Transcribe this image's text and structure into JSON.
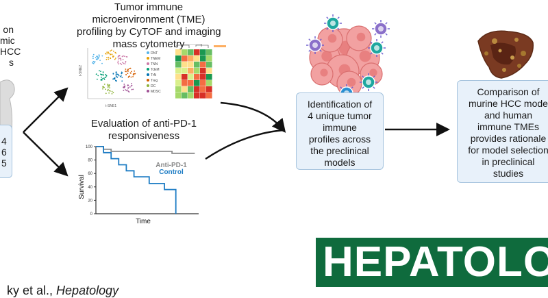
{
  "left_panel": {
    "title_fragment": "on\nmic\nHCC\ns",
    "model_list_fragment": "4\n6\n5"
  },
  "tme_panel": {
    "heading": "Tumor immune\nmicroenvironment (TME)\nprofiling by CyTOF and imaging\nmass cytometry",
    "tsne_xlabel": "t-SNE1",
    "tsne_ylabel": "t-SNE2",
    "tsne_legend": [
      "DNT",
      "TNEM",
      "TNN",
      "TcEM",
      "TrN",
      "Treg",
      "DC",
      "MDSC"
    ],
    "tsne_colors": [
      "#56b4e9",
      "#e69f00",
      "#cc79a7",
      "#009e73",
      "#0072b2",
      "#d55e00",
      "#8fb339",
      "#a05195"
    ]
  },
  "pd1_panel": {
    "heading": "Evaluation of anti-PD-1\nresponsiveness",
    "chart_data": {
      "type": "line",
      "xlabel": "Time",
      "ylabel": "Survival",
      "yticks": [
        "100",
        "80",
        "60",
        "40",
        "20",
        "0"
      ],
      "ylim": [
        0,
        100
      ],
      "series": [
        {
          "name": "Anti-PD-1",
          "color": "#8a8a8a",
          "x": [
            0,
            1,
            1,
            2,
            2,
            10,
            10,
            13
          ],
          "y": [
            100,
            100,
            96,
            96,
            93,
            93,
            90,
            90
          ]
        },
        {
          "name": "Control",
          "color": "#1d7cc4",
          "x": [
            0,
            1,
            1,
            2,
            2,
            3,
            3,
            4,
            4,
            5,
            5,
            7,
            7,
            9,
            9,
            10.5,
            10.5
          ],
          "y": [
            100,
            100,
            91,
            91,
            82,
            82,
            73,
            73,
            64,
            64,
            55,
            55,
            45,
            45,
            36,
            36,
            0
          ]
        }
      ]
    }
  },
  "identification_box": {
    "text": "Identification of\n4 unique tumor\nimmune\nprofiles across\nthe preclinical\nmodels"
  },
  "comparison_box": {
    "text": "Comparison of\nmurine HCC mode\nand human\nimmune TMEs\nprovides rationale\nfor model selection\nin preclinical\nstudies"
  },
  "citation": {
    "prefix": "ky et al., ",
    "journal_italic": "Hepatology"
  },
  "journal_banner": {
    "text": "HEPATOLOG",
    "color": "#0f6b3d"
  }
}
